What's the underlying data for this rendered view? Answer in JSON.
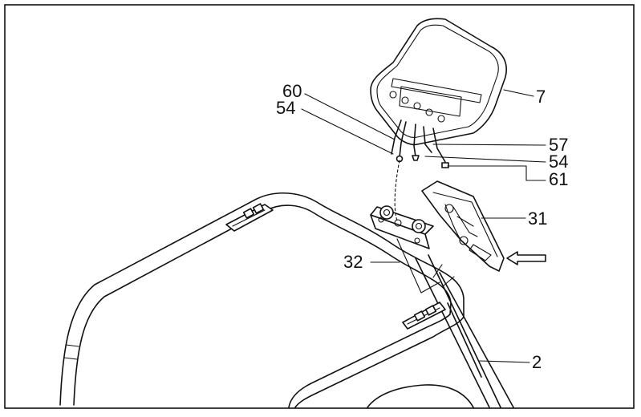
{
  "labels": {
    "console": "7",
    "wire_60": "60",
    "wire_54_left": "54",
    "wire_57": "57",
    "wire_54_right": "54",
    "wire_61": "61",
    "cover": "31",
    "upright": "32",
    "frame": "2"
  }
}
